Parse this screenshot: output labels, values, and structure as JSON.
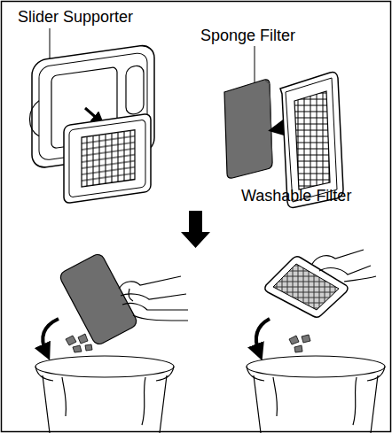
{
  "diagram": {
    "labels": [
      "Slider Supporter",
      "Sponge Filter",
      "Washable Filter"
    ]
  }
}
